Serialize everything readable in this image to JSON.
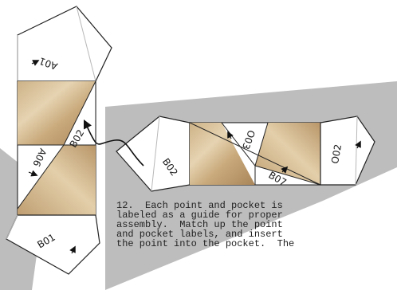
{
  "labels": {
    "a01": "A01",
    "a06": "A06",
    "b02_left": "B02",
    "b01": "B01",
    "b02_right": "B02",
    "o03": "O03",
    "o02": "O02",
    "b07": "B07"
  },
  "caption": [
    "12.  Each point and pocket is",
    "labeled as a guide for proper",
    "assembly.  Match up the point",
    "and pocket labels, and insert",
    "the point into the pocket.  The"
  ],
  "colors": {
    "shadow": "#bdbdbd",
    "paper": "#ffffff",
    "outline": "#222222",
    "fold_line": "#b8b8b8",
    "wood_light": "#ddc6a0",
    "wood_dark": "#b99669"
  },
  "icons": [
    "insertion-arrow-icon",
    "direction-arrow-icon"
  ]
}
